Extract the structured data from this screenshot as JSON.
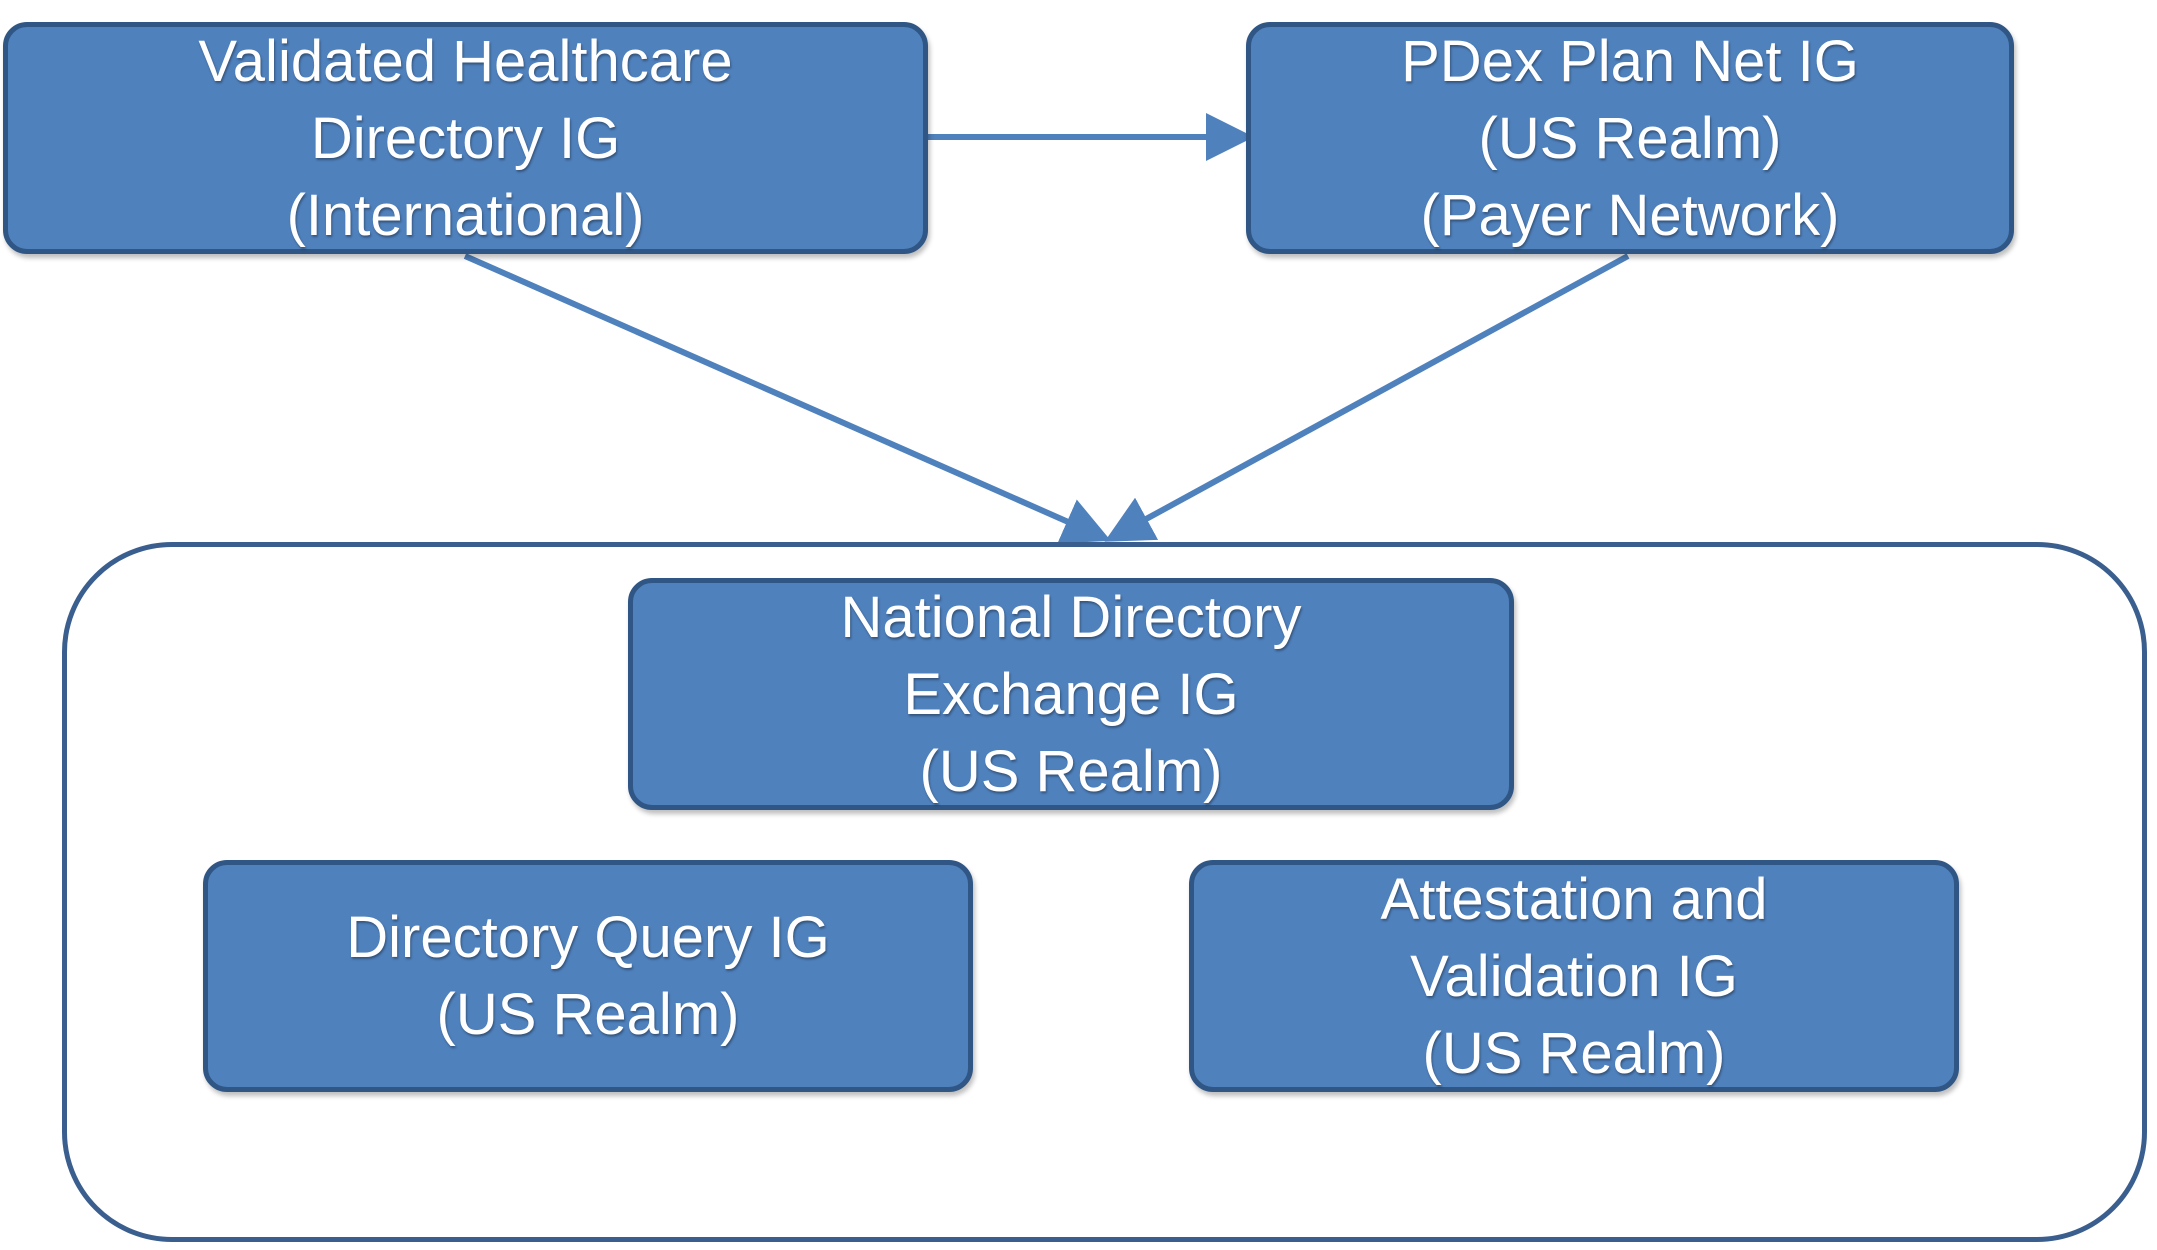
{
  "colors": {
    "box_fill": "#4f81bd",
    "box_border": "#2f5684",
    "container_border": "#3a5f8f",
    "arrow": "#4f81bd",
    "text": "#ffffff"
  },
  "boxes": {
    "vhdir": {
      "lines": [
        "Validated Healthcare",
        "Directory IG",
        "(International)"
      ]
    },
    "pdex": {
      "lines": [
        "PDex Plan Net IG",
        "(US Realm)",
        "(Payer Network)"
      ]
    },
    "nde": {
      "lines": [
        "National Directory",
        "Exchange IG",
        "(US Realm)"
      ]
    },
    "query": {
      "lines": [
        "Directory Query IG",
        "(US Realm)"
      ]
    },
    "attest": {
      "lines": [
        "Attestation and",
        "Validation IG",
        "(US Realm)"
      ]
    }
  }
}
